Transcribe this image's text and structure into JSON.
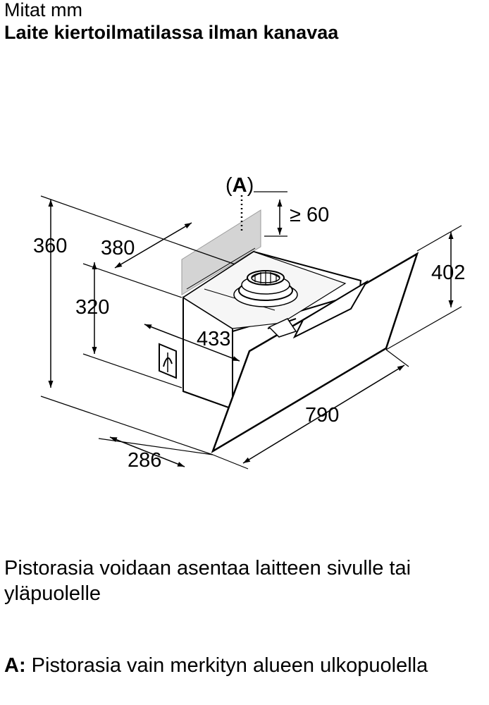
{
  "header": {
    "subtitle": "Mitat mm",
    "title": "Laite kiertoilmatilassa ilman kanavaa"
  },
  "diagram": {
    "marker": "(A)",
    "marker_letter": "A",
    "dimensions": {
      "total_height": "360",
      "depth_top": "380",
      "body_height": "320",
      "depth_inner": "433",
      "clearance": "≥ 60",
      "panel_height": "402",
      "width": "790",
      "body_depth": "286"
    }
  },
  "note": "Pistorasia voidaan asentaa laitteen sivulle tai yläpuolelle",
  "legend": {
    "key": "A:",
    "text": "Pistorasia vain merkityn alueen ulkopuolella"
  }
}
